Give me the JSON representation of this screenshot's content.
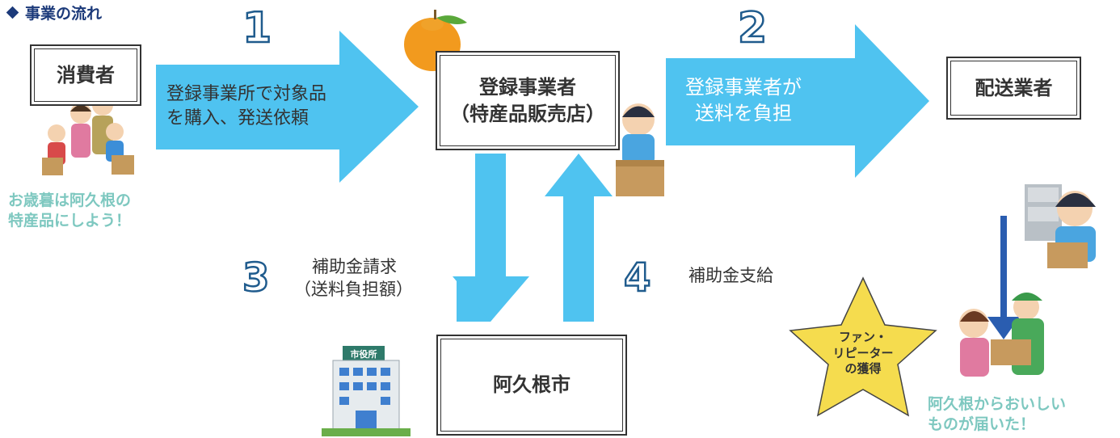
{
  "title": "事業の流れ",
  "colors": {
    "arrow": "#4fc3f0",
    "dark_arrow": "#2a5db0",
    "number": "#1f5b8d",
    "teal_text": "#7ec8c0",
    "star": "#f5dc4e"
  },
  "boxes": {
    "consumer": "消費者",
    "merchant_line1": "登録事業者",
    "merchant_line2": "（特産品販売店）",
    "delivery": "配送業者",
    "city": "阿久根市"
  },
  "steps": {
    "s1": {
      "number": "1",
      "line1": "登録事業所で対象品",
      "line2": "を購入、発送依頼"
    },
    "s2": {
      "number": "2",
      "line1": "登録事業者が",
      "line2": "送料を負担"
    },
    "s3": {
      "number": "3",
      "line1": "補助金請求",
      "line2": "（送料負担額）"
    },
    "s4": {
      "number": "4",
      "line1": "補助金支給"
    }
  },
  "captions": {
    "consumer_line1": "お歳暮は阿久根の",
    "consumer_line2": "特産品にしよう！",
    "received_line1": "阿久根からおいしい",
    "received_line2": "ものが届いた！"
  },
  "star": {
    "line1": "ファン・",
    "line2": "リピーター",
    "line3": "の獲得"
  },
  "city_building_label": "市役所",
  "icons": [
    "mikan-icon",
    "family-icon",
    "clerk-icon",
    "city-hall-icon",
    "call-center-icon",
    "delivery-icon",
    "star-icon"
  ]
}
